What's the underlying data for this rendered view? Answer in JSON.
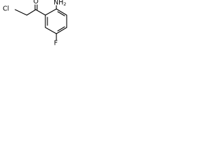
{
  "molecule": {
    "labels": {
      "oxygen": "O",
      "chlorine": "Cl",
      "amine": "NH",
      "amine_subscript": "2",
      "fluorine": "F"
    }
  }
}
